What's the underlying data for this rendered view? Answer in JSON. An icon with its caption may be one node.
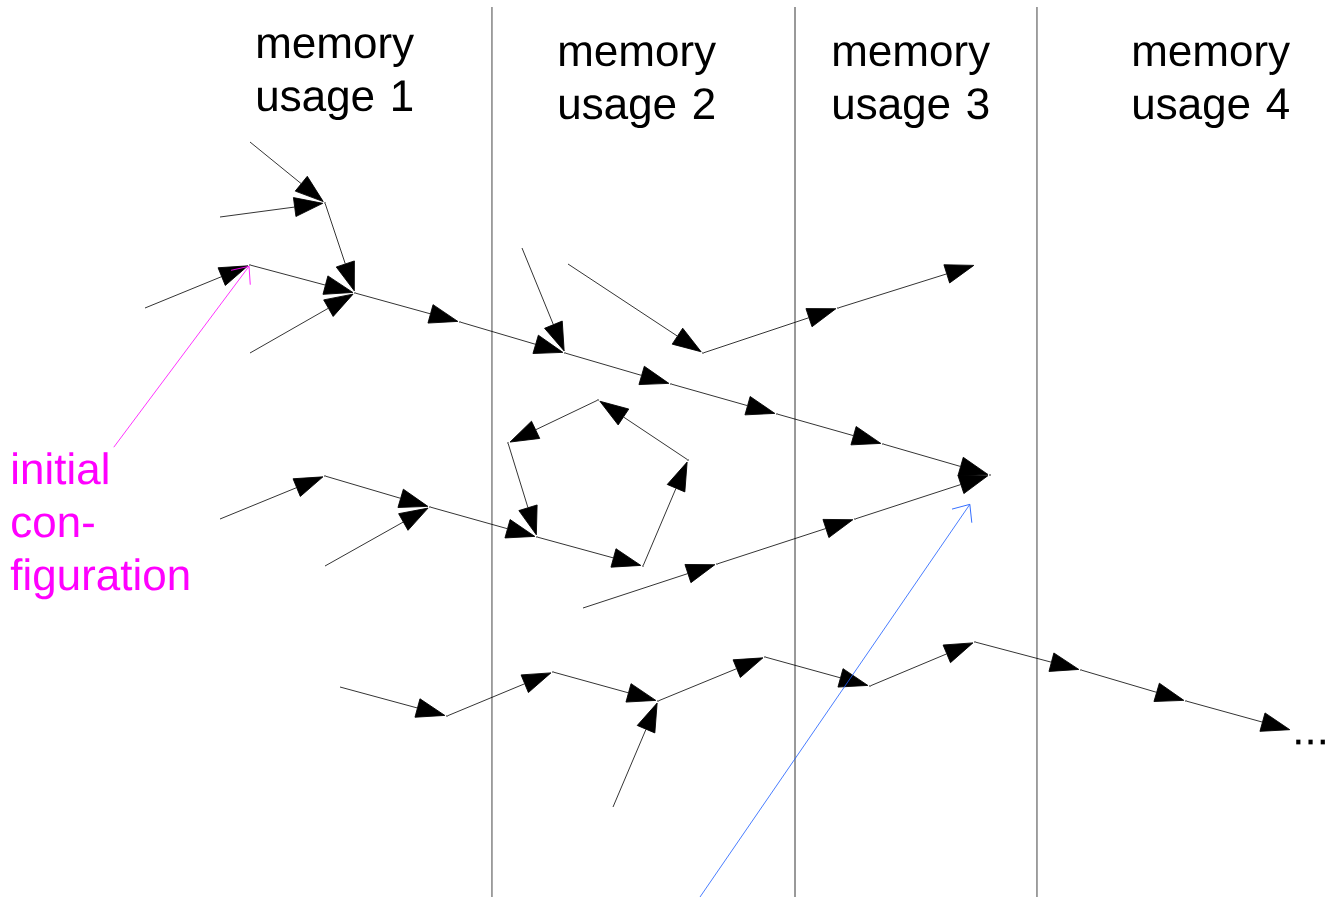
{
  "diagram": {
    "nodes": [
      {
        "text": [
          "initial con- figuration"
        ]
      },
      {
        "text": [],
        "shape": "point"
      },
      {
        "text": [],
        "shape": "point"
      },
      {
        "text": [],
        "shape": "point"
      },
      {
        "text": [],
        "shape": "point"
      },
      {
        "text": [],
        "shape": "point"
      },
      {
        "text": [],
        "shape": "point"
      },
      {
        "text": [],
        "shape": "point"
      },
      {
        "text": [],
        "shape": "point"
      },
      {
        "text": [],
        "shape": "point"
      },
      {
        "text": [],
        "shape": "point"
      },
      {
        "text": [],
        "shape": "point"
      },
      {
        "text": [],
        "shape": "point"
      },
      {
        "text": [],
        "shape": "point"
      },
      {
        "text": [],
        "shape": "point"
      },
      {
        "text": [],
        "shape": "point"
      },
      {
        "text": [],
        "shape": "point"
      },
      {
        "text": [],
        "shape": "point"
      },
      {
        "text": [],
        "shape": "point"
      },
      {
        "text": [],
        "shape": "point"
      },
      {
        "text": [],
        "shape": "point"
      },
      {
        "text": [],
        "shape": "point"
      },
      {
        "text": [],
        "shape": "point"
      },
      {
        "text": [],
        "shape": "point"
      },
      {
        "text": [],
        "shape": "point"
      },
      {
        "text": [],
        "shape": "point"
      },
      {
        "text": [],
        "shape": "point"
      },
      {
        "text": [],
        "shape": "point"
      },
      {
        "text": [],
        "shape": "point"
      }
    ],
    "edges": [
      {
        "from": null,
        "to": 1,
        "arrow": "to"
      },
      {
        "from": null,
        "to": 1,
        "arrow": "to"
      },
      {
        "from": 1,
        "to": 3,
        "arrow": "to"
      },
      {
        "from": null,
        "to": 2,
        "arrow": "to"
      },
      {
        "from": 2,
        "to": 3,
        "arrow": "to"
      },
      {
        "from": null,
        "to": 3,
        "arrow": "to"
      },
      {
        "from": 3,
        "to": 4,
        "arrow": "to"
      },
      {
        "from": 4,
        "to": 5,
        "arrow": "to"
      },
      {
        "from": null,
        "to": 5,
        "arrow": "to"
      },
      {
        "from": 5,
        "to": 6,
        "arrow": "to"
      },
      {
        "from": 6,
        "to": 7,
        "arrow": "to"
      },
      {
        "from": 7,
        "to": 8,
        "arrow": "to"
      },
      {
        "from": 8,
        "to": 14,
        "arrow": "to"
      },
      {
        "from": null,
        "to": 9,
        "arrow": "to"
      },
      {
        "from": 9,
        "to": 10,
        "arrow": "to"
      },
      {
        "from": 10,
        "to": null,
        "arrow": "to"
      },
      {
        "from": 11,
        "to": 12,
        "arrow": "to"
      },
      {
        "from": 12,
        "to": 17,
        "arrow": "to"
      },
      {
        "from": 17,
        "to": 18,
        "arrow": "to"
      },
      {
        "from": 18,
        "to": 13,
        "arrow": "to"
      },
      {
        "from": 13,
        "to": 11,
        "arrow": "to"
      },
      {
        "from": null,
        "to": 15,
        "arrow": "to"
      },
      {
        "from": 15,
        "to": 16,
        "arrow": "to"
      },
      {
        "from": null,
        "to": 16,
        "arrow": "to"
      },
      {
        "from": 16,
        "to": 17,
        "arrow": "to"
      },
      {
        "from": null,
        "to": 19,
        "arrow": "to"
      },
      {
        "from": 19,
        "to": 20,
        "arrow": "to"
      },
      {
        "from": 20,
        "to": 14,
        "arrow": "to"
      },
      {
        "from": null,
        "to": 21,
        "arrow": "to"
      },
      {
        "from": 21,
        "to": 22,
        "arrow": "to"
      },
      {
        "from": 22,
        "to": 23,
        "arrow": "to"
      },
      {
        "from": null,
        "to": 23,
        "arrow": "to"
      },
      {
        "from": 23,
        "to": 24,
        "arrow": "to"
      },
      {
        "from": 24,
        "to": 25,
        "arrow": "to"
      },
      {
        "from": 25,
        "to": 26,
        "arrow": "to"
      },
      {
        "from": 26,
        "to": 27,
        "arrow": "to"
      },
      {
        "from": 27,
        "to": 28,
        "arrow": "to"
      },
      {
        "from": 28,
        "to": null,
        "arrow": "to"
      },
      {
        "from": 0,
        "to": 2,
        "arrow": "to",
        "color": "#ff00ff"
      },
      {
        "from": null,
        "to": 14,
        "arrow": "to",
        "color": "#1a5cff"
      }
    ],
    "labels": [
      "memory usage 1",
      "memory usage 2",
      "memory usage 3",
      "memory usage 4",
      "..."
    ]
  }
}
